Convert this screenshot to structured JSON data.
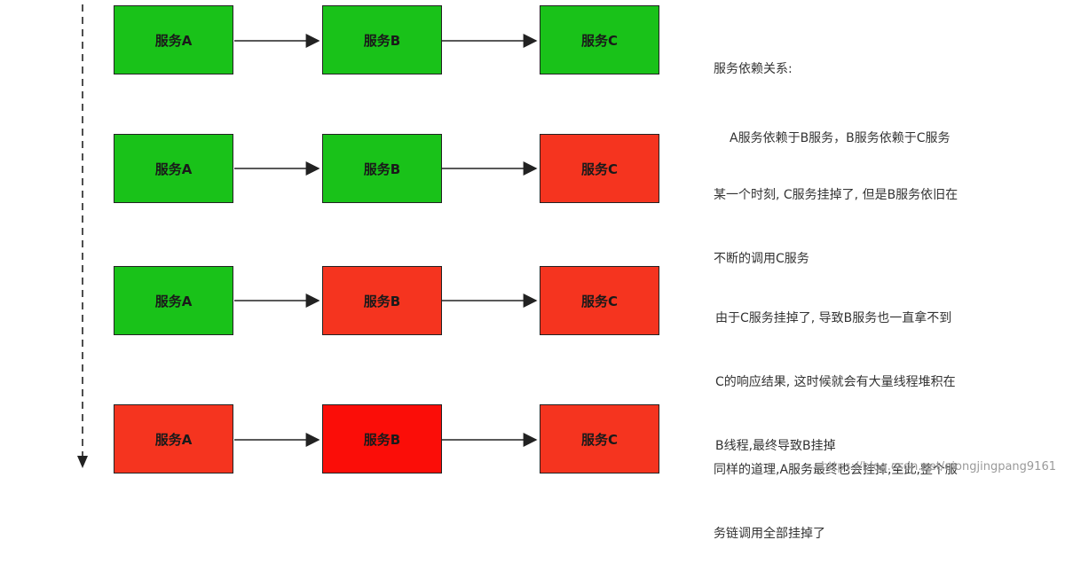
{
  "rows": [
    {
      "nodes": [
        {
          "label": "服务A",
          "status": "up",
          "color": "#19c219"
        },
        {
          "label": "服务B",
          "status": "up",
          "color": "#19c219"
        },
        {
          "label": "服务C",
          "status": "up",
          "color": "#19c219"
        }
      ],
      "note_title": "服务依赖关系:",
      "note_body": "A服务依赖于B服务，B服务依赖于C服务"
    },
    {
      "nodes": [
        {
          "label": "服务A",
          "status": "up",
          "color": "#19c219"
        },
        {
          "label": "服务B",
          "status": "up",
          "color": "#19c219"
        },
        {
          "label": "服务C",
          "status": "down",
          "color": "#f5341f"
        }
      ],
      "note_line1": "某一个时刻, C服务挂掉了, 但是B服务依旧在",
      "note_line2": "不断的调用C服务"
    },
    {
      "nodes": [
        {
          "label": "服务A",
          "status": "up",
          "color": "#19c219"
        },
        {
          "label": "服务B",
          "status": "down",
          "color": "#f5341f"
        },
        {
          "label": "服务C",
          "status": "down",
          "color": "#f5341f"
        }
      ],
      "note_line1": "由于C服务挂掉了, 导致B服务也一直拿不到",
      "note_line2": "C的响应结果, 这时候就会有大量线程堆积在",
      "note_line3": "B线程,最终导致B挂掉"
    },
    {
      "nodes": [
        {
          "label": "服务A",
          "status": "down",
          "color": "#f5341f"
        },
        {
          "label": "服务B",
          "status": "down",
          "color": "#fb0d08"
        },
        {
          "label": "服务C",
          "status": "down",
          "color": "#f5341f"
        }
      ],
      "note_line1": "同样的道理,A服务最终也会挂掉,至此,整个服",
      "note_line2": "务链调用全部挂掉了"
    }
  ],
  "watermark": "https://blog.csdn.net/qiongjingpang9161"
}
